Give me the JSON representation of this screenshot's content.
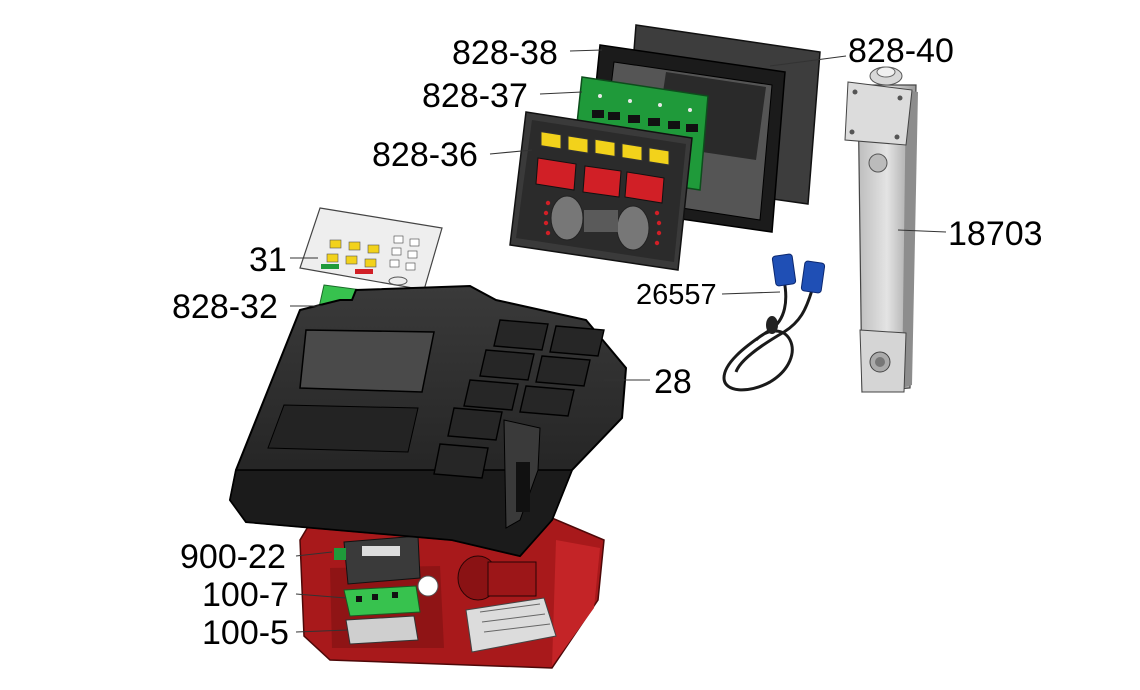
{
  "colors": {
    "console_body": "#2a2a2a",
    "console_edge": "#111111",
    "base_red": "#a8191b",
    "pcb_green": "#1f9a3a",
    "cable_blue": "#1f4fb5",
    "column_gray": "#cfcfcf",
    "display_red": "#d11f26",
    "keypad_yellow": "#f2d21b",
    "text": "#000000"
  },
  "labels": [
    {
      "id": "828-38",
      "text": "828-38"
    },
    {
      "id": "828-40",
      "text": "828-40"
    },
    {
      "id": "828-37",
      "text": "828-37"
    },
    {
      "id": "828-36",
      "text": "828-36"
    },
    {
      "id": "31",
      "text": "31"
    },
    {
      "id": "828-32",
      "text": "828-32"
    },
    {
      "id": "26557",
      "text": "26557"
    },
    {
      "id": "18703",
      "text": "18703"
    },
    {
      "id": "28",
      "text": "28"
    },
    {
      "id": "900-22",
      "text": "900-22"
    },
    {
      "id": "100-7",
      "text": "100-7"
    },
    {
      "id": "100-5",
      "text": "100-5"
    }
  ],
  "parts": {
    "display_panel": {
      "readouts": 3,
      "buttons": 5
    },
    "keypad": {
      "keys": 6,
      "side_keys": 8
    }
  }
}
